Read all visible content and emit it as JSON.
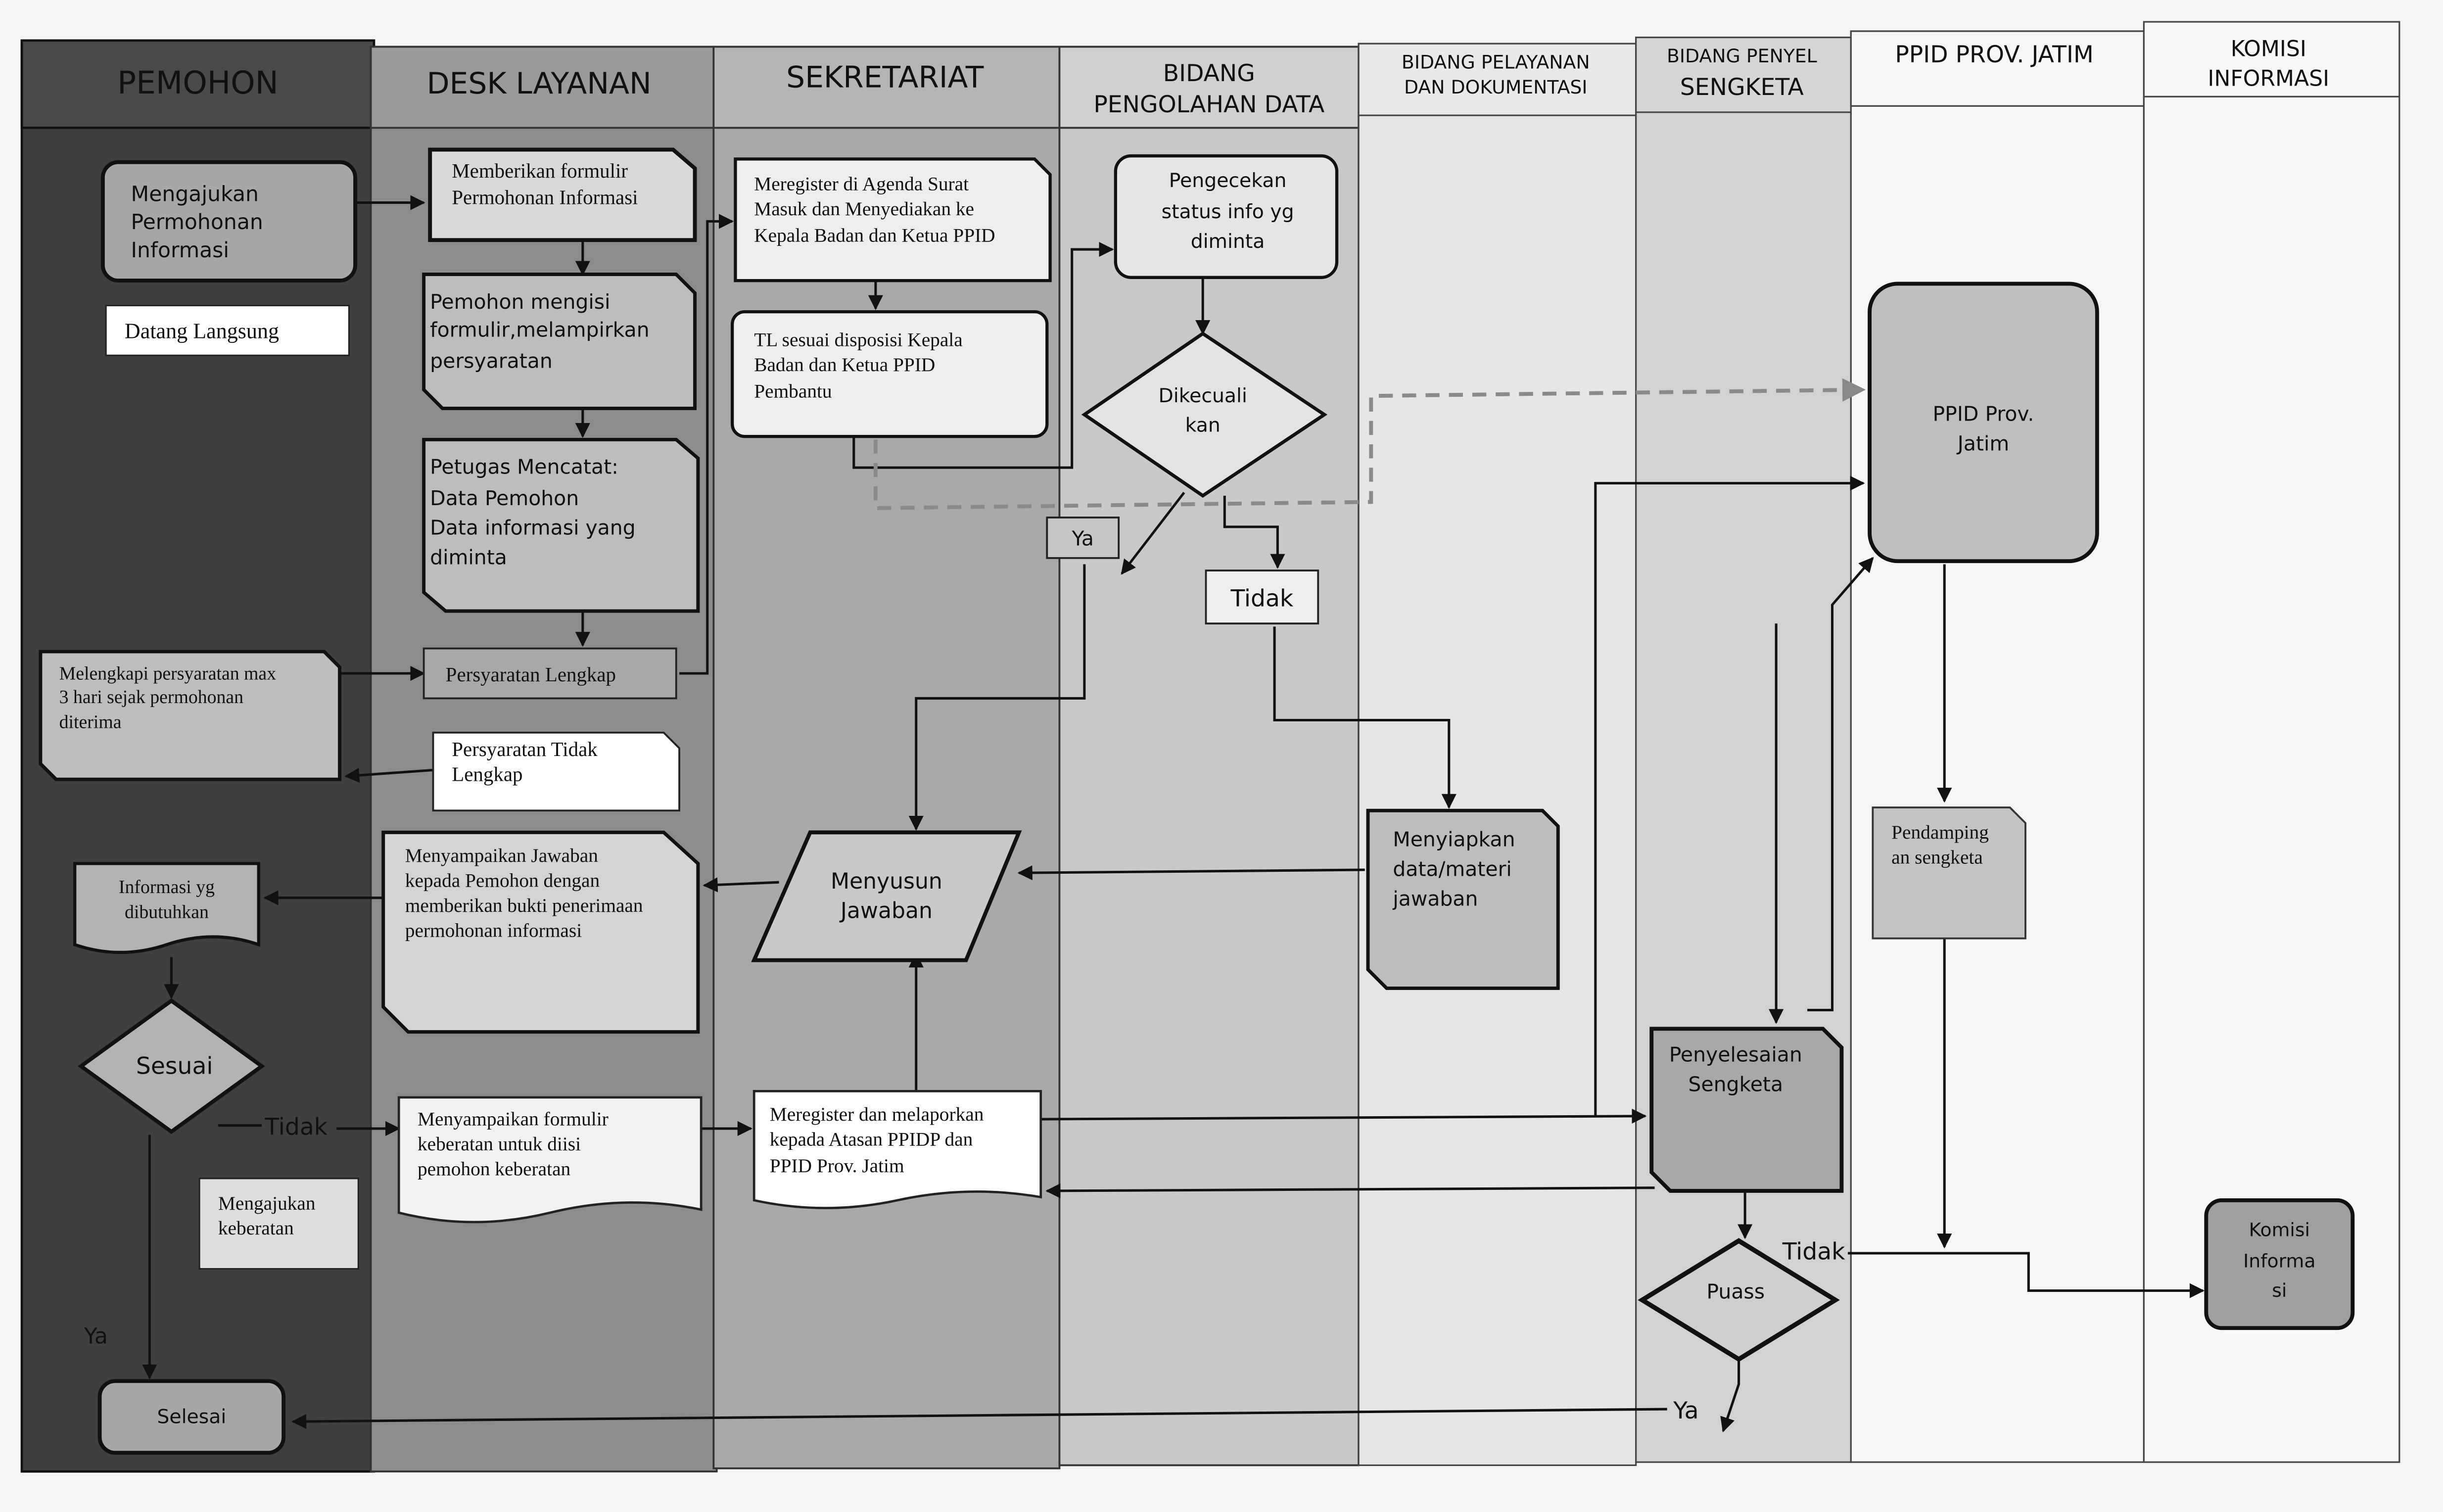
{
  "lanes": [
    {
      "id": "pemohon",
      "title": "PEMOHON"
    },
    {
      "id": "desk",
      "title": "DESK LAYANAN"
    },
    {
      "id": "sekretariat",
      "title": "SEKRETARIAT"
    },
    {
      "id": "bidang_olah",
      "title_1": "BIDANG",
      "title_2": "PENGOLAHAN DATA"
    },
    {
      "id": "bidang_pelayanan",
      "title_1": "BIDANG PELAYANAN",
      "title_2": "DAN DOKUMENTASI"
    },
    {
      "id": "bidang_sengketa",
      "title_1": "BIDANG PENYEL",
      "title_2": "SENGKETA"
    },
    {
      "id": "ppid",
      "title": "PPID PROV. JATIM"
    },
    {
      "id": "komisi",
      "title_1": "KOMISI",
      "title_2": "INFORMASI"
    }
  ],
  "nodes": {
    "mengajukan": [
      "Mengajukan",
      "Permohonan",
      "Informasi"
    ],
    "datang": "Datang Langsung",
    "formulir": [
      "Memberikan formulir",
      "Permohonan Informasi"
    ],
    "mengisi": [
      "Pemohon              mengisi",
      "formulir,melampirkan",
      "persyaratan"
    ],
    "petugas": [
      "Petugas Mencatat:",
      "Data Pemohon",
      "Data informasi yang",
      "diminta"
    ],
    "melengkapi": [
      "Melengkapi persyaratan max",
      "3 hari sejak permohonan",
      "diterima"
    ],
    "lengkap": "Persyaratan Lengkap",
    "tidak_lengkap": [
      "Persyaratan Tidak",
      "Lengkap"
    ],
    "meregister": [
      "Meregister di Agenda Surat",
      "Masuk dan Menyediakan ke",
      "Kepala Badan dan Ketua PPID"
    ],
    "tl_sesuai": [
      "TL sesuai disposisi Kepala",
      "Badan dan Ketua PPID",
      "Pembantu"
    ],
    "pengecekan": [
      "Pengecekan",
      "status info yg",
      "diminta"
    ],
    "dikecualikan": [
      "Dikecuali",
      "kan"
    ],
    "ya1": "Ya",
    "tidak1": "Tidak",
    "menyiapkan": [
      "Menyiapkan",
      "data/materi",
      "jawaban"
    ],
    "menyusun": [
      "Menyusun",
      "Jawaban"
    ],
    "menyampaikan": [
      "Menyampaikan Jawaban",
      "kepada Pemohon dengan",
      "memberikan bukti penerimaan",
      "permohonan informasi"
    ],
    "informasi_yg": [
      "Informasi yg",
      "dibutuhkan"
    ],
    "sesuai": "Sesuai",
    "tidak2": "Tidak",
    "form_keberatan": [
      "Menyampaikan formulir",
      "keberatan untuk diisi",
      "pemohon keberatan"
    ],
    "mengajukan_keberatan": [
      "Mengajukan",
      "keberatan"
    ],
    "ya2": "Ya",
    "selesai": "Selesai",
    "meregister_lapor": [
      "Meregister dan melaporkan",
      "kepada Atasan PPIDP dan",
      "PPID Prov. Jatim"
    ],
    "ppid_prov": [
      "PPID Prov.",
      "Jatim"
    ],
    "pendamping": [
      "Pendamping",
      "an sengketa"
    ],
    "penyelesaian": [
      "Penyelesaian",
      "Sengketa"
    ],
    "puass": "Puass",
    "tidak3": "Tidak",
    "ya3": "Ya",
    "komisi_informa": [
      "Komisi",
      "Informa",
      "si"
    ]
  }
}
